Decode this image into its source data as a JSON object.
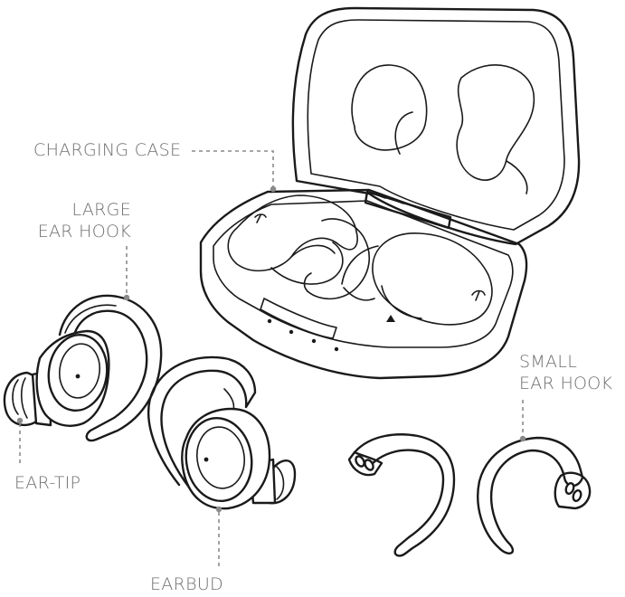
{
  "labels": {
    "charging_case": "CHARGING CASE",
    "large_ear_hook_line1": "LARGE",
    "large_ear_hook_line2": "EAR HOOK",
    "small_ear_hook_line1": "SMALL",
    "small_ear_hook_line2": "EAR HOOK",
    "ear_tip": "EAR-TIP",
    "earbud": "EARBUD"
  },
  "icons": {
    "case": "charging-case-drawing",
    "large_hook": "large-ear-hook-drawing",
    "small_hook": "small-ear-hook-drawing",
    "earbud": "earbud-drawing"
  },
  "colors": {
    "line": "#1a1a1a",
    "label": "#6e6e6e",
    "leader": "#8a8a8a"
  }
}
